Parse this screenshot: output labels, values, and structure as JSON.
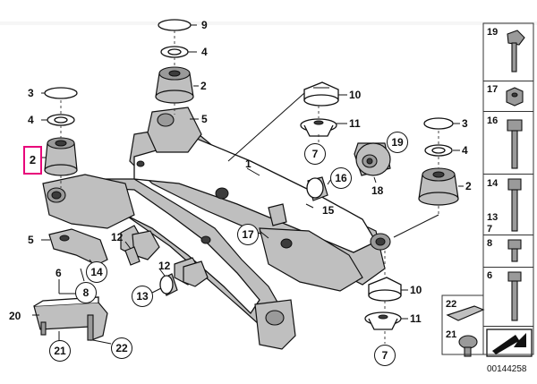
{
  "diagram_code": "00144258",
  "callouts": {
    "c1": "1",
    "c2a": "2",
    "c2b": "2",
    "c2c": "2",
    "c3": "3",
    "c4a": "4",
    "c4b": "4",
    "c4c": "4",
    "c5": "5",
    "c6": "6",
    "c7a": "7",
    "c7b": "7",
    "c8": "8",
    "c9": "9",
    "c10a": "10",
    "c10b": "10",
    "c11a": "11",
    "c11b": "11",
    "c12a": "12",
    "c12b": "12",
    "c13": "13",
    "c14": "14",
    "c15": "15",
    "c16": "16",
    "c17": "17",
    "c18": "18",
    "c19": "19",
    "c20": "20",
    "c21": "21",
    "c22": "22"
  },
  "sidebar": {
    "s19": "19",
    "s17": "17",
    "s16": "16",
    "s14": "14",
    "s13": "13",
    "s7": "7",
    "s8": "8",
    "s6": "6",
    "s22": "22",
    "s21": "21"
  },
  "highlight_label": "2"
}
